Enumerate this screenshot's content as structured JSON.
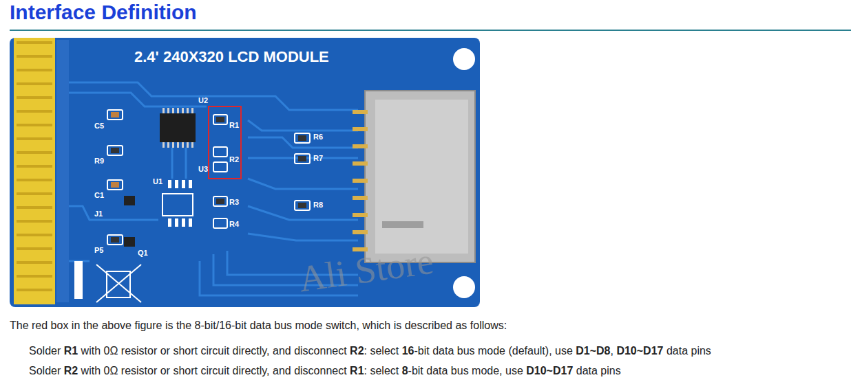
{
  "diagram": {
    "title": "Interface Definition",
    "labels": [
      "2.4' 240X320 LCD MODULE",
      "C5",
      "R9",
      "C1",
      "J1",
      "P5",
      "Q1",
      "U1",
      "U2",
      "U3",
      "R1",
      "R2",
      "R3",
      "R4",
      "R6",
      "R7",
      "R8",
      "Ali Store",
      "The red box in the above figure is the 8-bit/16-bit data bus mode switch, which is described as follows:",
      "Solder R1 with 0Ω resistor or short circuit directly, and disconnect R2: select 16-bit data bus mode (default), use D1~D8, D10~D17 data pins",
      "Solder R2 with 0Ω resistor or short circuit directly, and disconnect R1: select 8-bit data bus mode, use D10~D17 data pins"
    ]
  }
}
